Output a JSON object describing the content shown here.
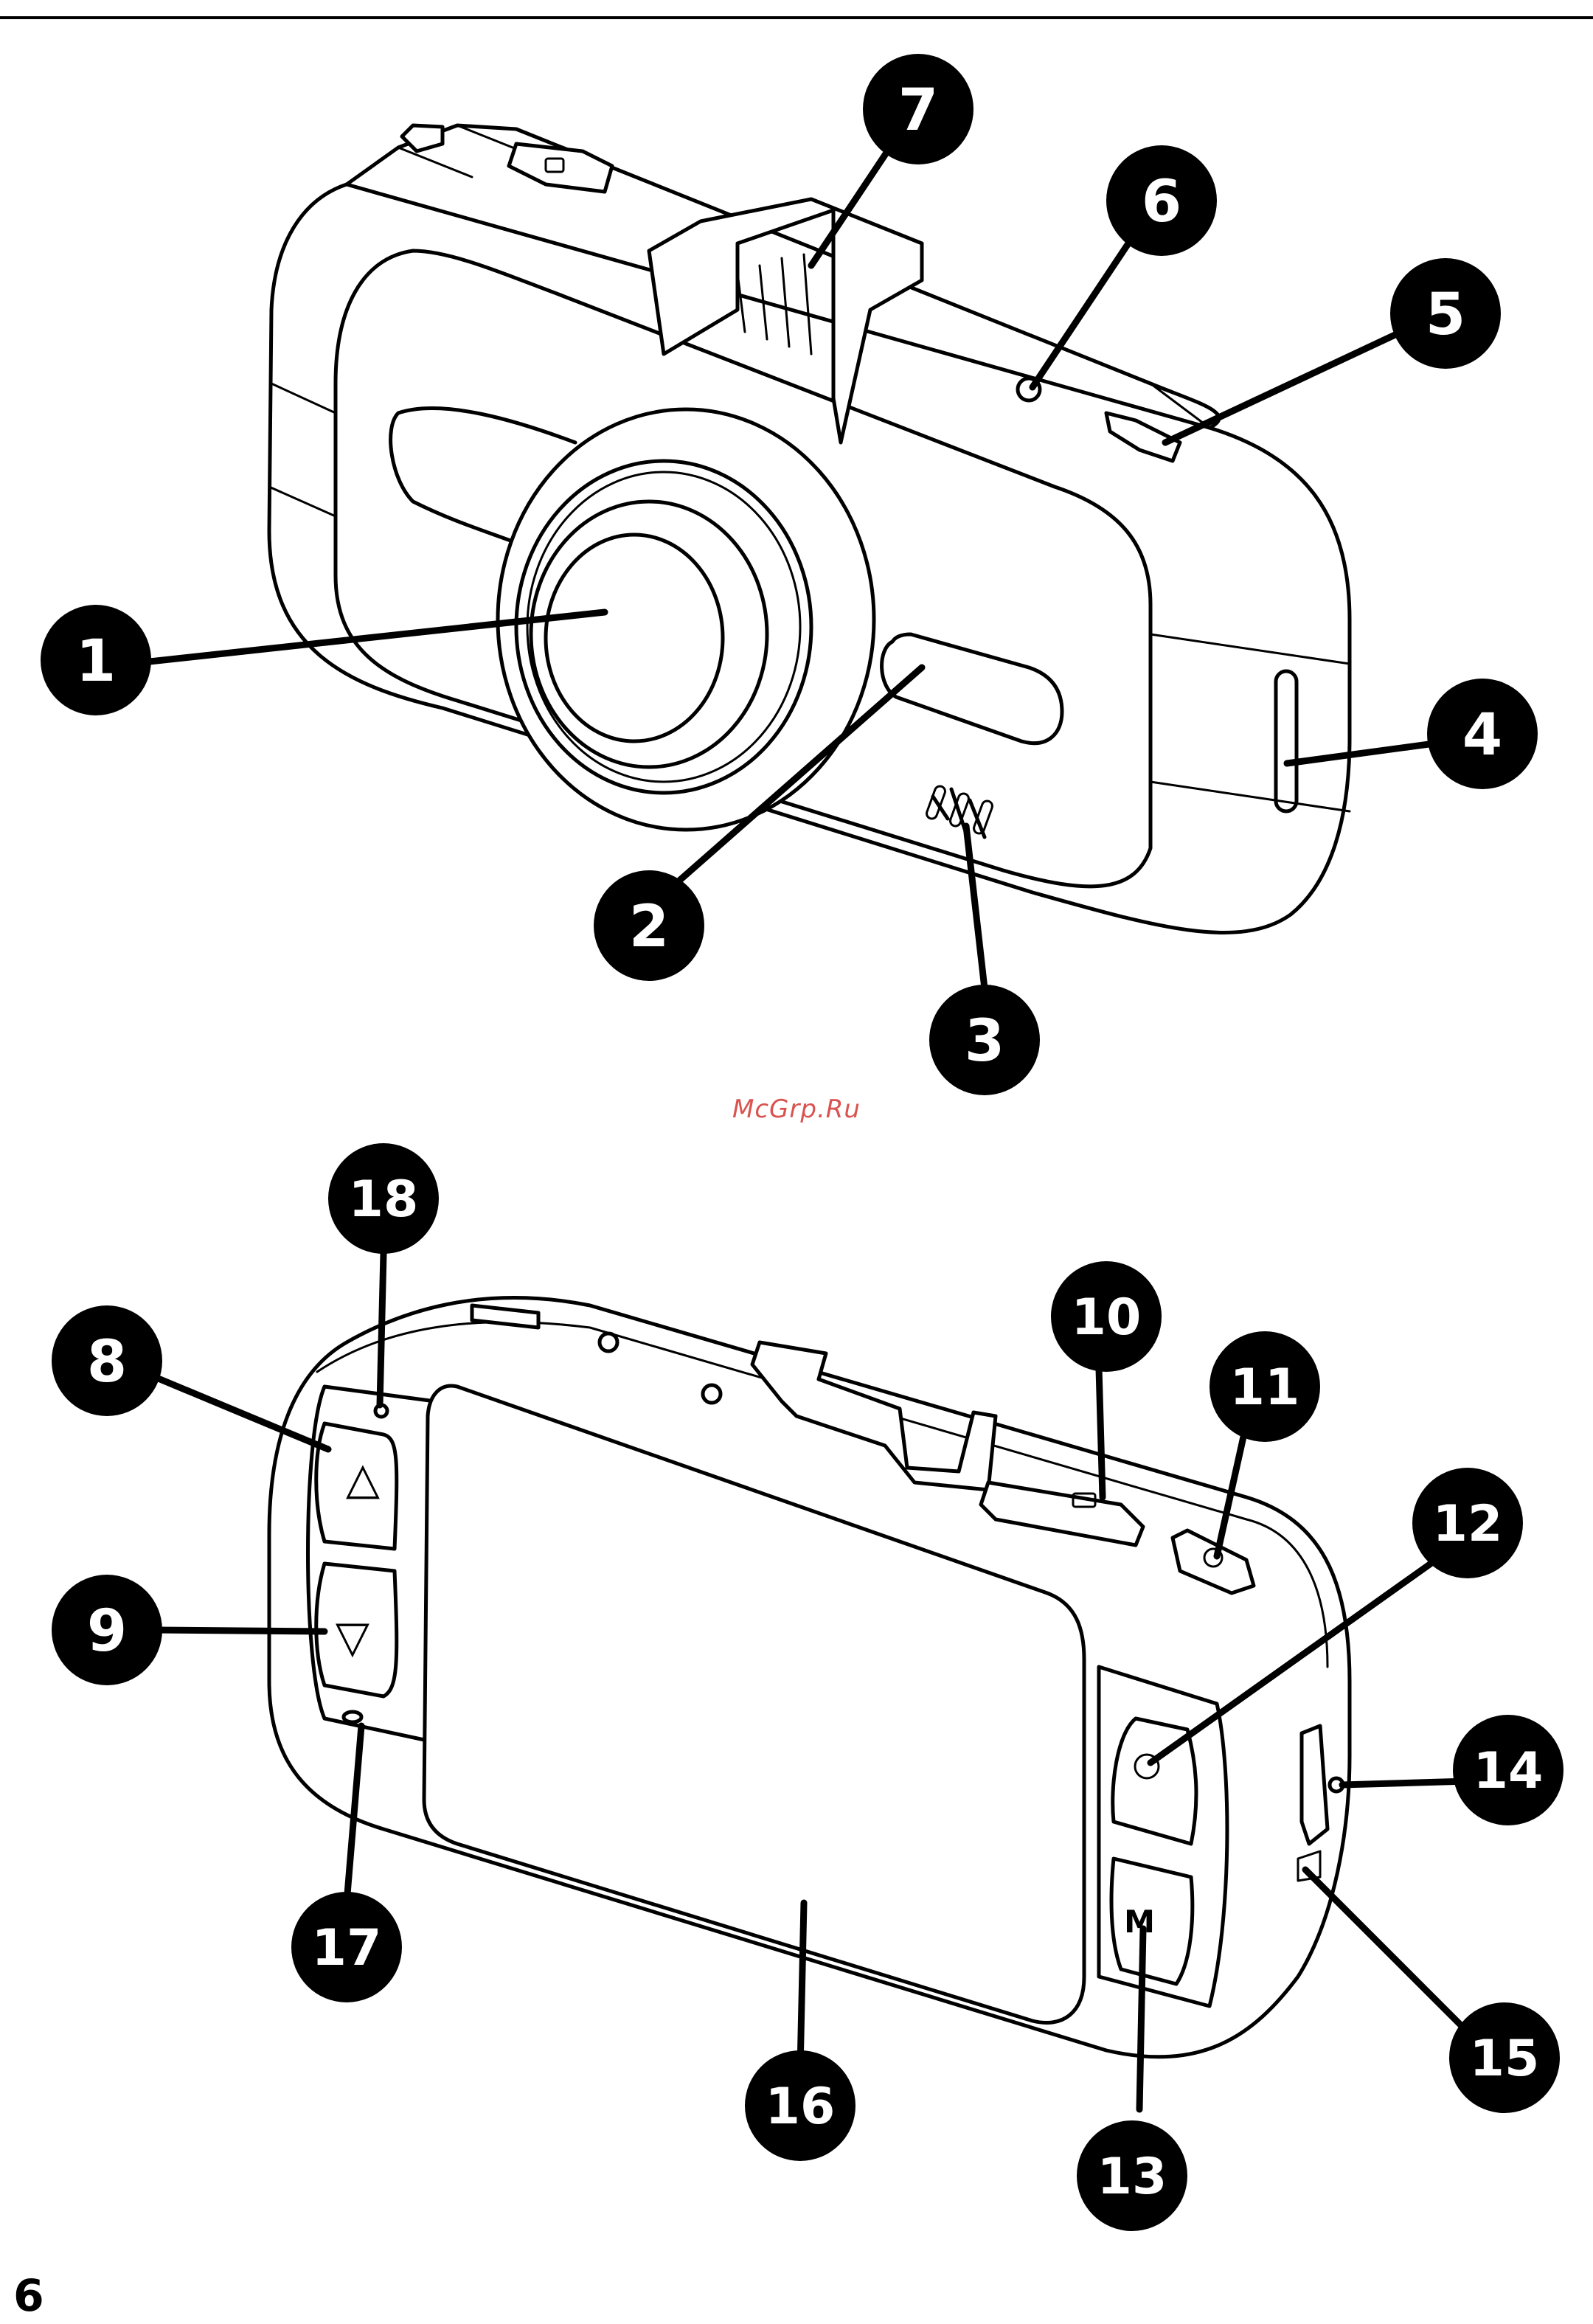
{
  "page": {
    "page_number": "6",
    "watermark": "McGrp.Ru"
  },
  "callouts": {
    "c1": "1",
    "c2": "2",
    "c3": "3",
    "c4": "4",
    "c5": "5",
    "c6": "6",
    "c7": "7",
    "c8": "8",
    "c9": "9",
    "c10": "10",
    "c11": "11",
    "c12": "12",
    "c13": "13",
    "c14": "14",
    "c15": "15",
    "c16": "16",
    "c17": "17",
    "c18": "18"
  },
  "button_glyphs": {
    "up": "△",
    "down": "▽",
    "ok": "O",
    "menu": "M"
  },
  "icons": {
    "camera_front": "dashcam-front-view",
    "camera_back": "dashcam-rear-view"
  }
}
